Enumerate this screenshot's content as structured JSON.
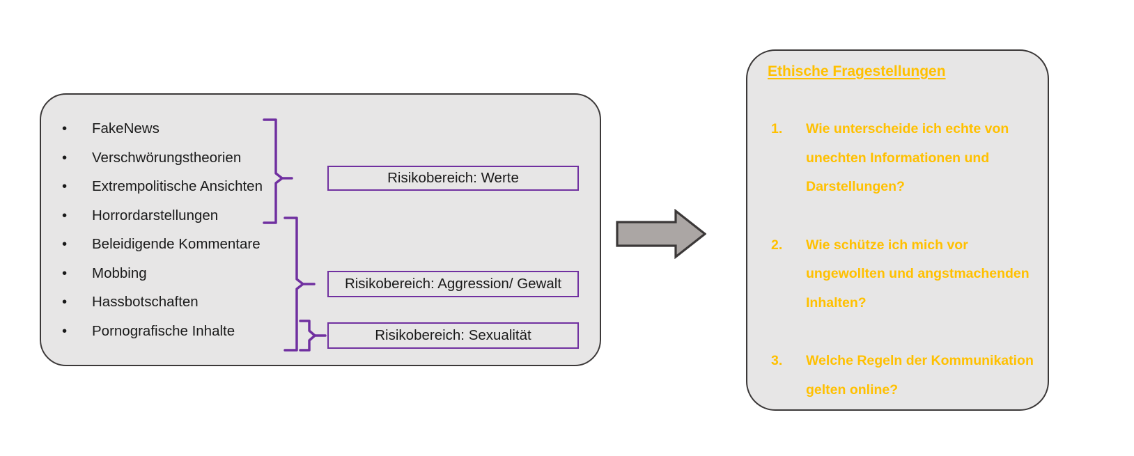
{
  "colors": {
    "panel_fill": "#E7E6E6",
    "panel_border": "#3B3838",
    "brace_purple": "#7030A0",
    "question_amber": "#FFC000",
    "arrow_fill": "#ABA6A4",
    "arrow_border": "#3B3838",
    "body_text": "#1a1a1a"
  },
  "risk_panel": {
    "items": [
      {
        "bullet": "•",
        "label": "FakeNews"
      },
      {
        "bullet": "•",
        "label": "Verschwörungstheorien"
      },
      {
        "bullet": "•",
        "label": "Extrempolitische Ansichten"
      },
      {
        "bullet": "•",
        "label": "Horrordarstellungen"
      },
      {
        "bullet": "•",
        "label": "Beleidigende Kommentare"
      },
      {
        "bullet": "•",
        "label": "Mobbing"
      },
      {
        "bullet": "•",
        "label": "Hassbotschaften"
      },
      {
        "bullet": "•",
        "label": "Pornografische Inhalte"
      }
    ],
    "risk_boxes": [
      {
        "label": "Risikobereich: Werte",
        "groups_items": [
          "FakeNews",
          "Verschwörungstheorien",
          "Extrempolitische Ansichten",
          "Horrordarstellungen"
        ]
      },
      {
        "label": "Risikobereich: Aggression/ Gewalt",
        "groups_items": [
          "Beleidigende Kommentare",
          "Mobbing",
          "Hassbotschaften"
        ]
      },
      {
        "label": "Risikobereich: Sexualität",
        "groups_items": [
          "Pornografische Inhalte"
        ]
      }
    ]
  },
  "arrow": {
    "direction": "right",
    "icon": "right-arrow-icon"
  },
  "questions_panel": {
    "heading": "Ethische Fragestellungen",
    "questions": [
      {
        "number": "1.",
        "text": "Wie unterscheide ich echte von unechten Informationen und Darstellungen?"
      },
      {
        "number": "2.",
        "text": "Wie schütze ich mich vor ungewollten und angstmachenden Inhalten?"
      },
      {
        "number": "3.",
        "text": "Welche Regeln der Kommunikation gelten online?"
      }
    ]
  }
}
